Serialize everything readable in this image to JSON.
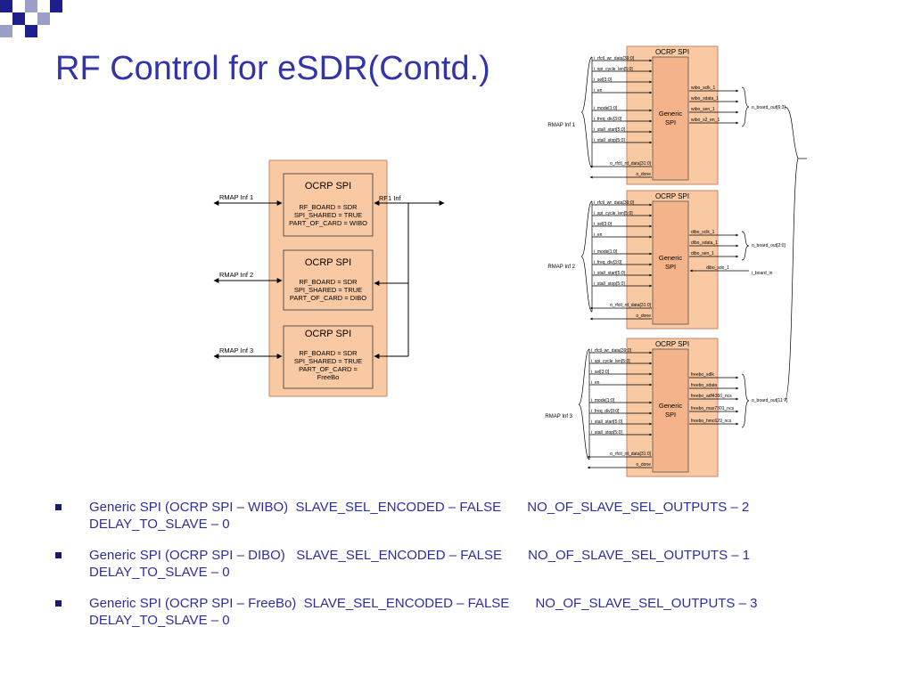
{
  "slide": {
    "title": "RF Control for eSDR(Contd.)"
  },
  "left_diagram": {
    "blocks": [
      {
        "header": "OCRP SPI",
        "lines": [
          "RF_BOARD = SDR",
          "SPI_SHARED = TRUE",
          "PART_OF_CARD = WIBO"
        ],
        "port": "RMAP Inf 1"
      },
      {
        "header": "OCRP SPI",
        "lines": [
          "RF_BOARD = SDR",
          "SPI_SHARED = TRUE",
          "PART_OF_CARD = DIBO"
        ],
        "port": "RMAP Inf 2"
      },
      {
        "header": "OCRP SPI",
        "lines": [
          "RF_BOARD = SDR",
          "SPI_SHARED = TRUE",
          "PART_OF_CARD =",
          "FreeBo"
        ],
        "port": "RMAP Inf 3"
      }
    ],
    "rf_label": "RF1 Inf"
  },
  "right_diagram": {
    "blocks": [
      {
        "title": "OCRP SPI",
        "core": [
          "Generic",
          "SPI"
        ],
        "rmap": "RMAP Inf 1",
        "inputs": [
          "i_rfctl_wr_data[39:0]",
          "i_spi_cycle_len[5:0]",
          "i_sel[3:0]",
          "i_en",
          "i_mode[1:0]",
          "i_freq_div[3:0]",
          "i_stall_start[5:0]",
          "i_stall_stop[5:0]"
        ],
        "readback": [
          "o_rfctl_rd_data[31:0]",
          "o_done"
        ],
        "outputs": [
          "wibo_sclk_1",
          "wibo_sdata_1",
          "wibo_sen_1",
          "wibo_s2_en_1"
        ],
        "bus": "o_board_out[6:3]"
      },
      {
        "title": "OCRP SPI",
        "core": [
          "Generic",
          "SPI"
        ],
        "rmap": "RMAP Inf 2",
        "inputs": [
          "i_rfctl_wr_data[39:0]",
          "i_spi_cycle_len[5:0]",
          "i_sel[3:0]",
          "i_en",
          "i_mode[1:0]",
          "i_freq_div[3:0]",
          "i_stall_start[5:0]",
          "i_stall_stop[5:0]"
        ],
        "readback": [
          "o_rfctl_rd_data[31:0]",
          "o_done"
        ],
        "outputs": [
          "dibo_sclk_1",
          "dibo_sdata_1",
          "dibo_sen_1"
        ],
        "bus": "o_board_out[2:0]",
        "in_port": "dibo_sdo_1",
        "in_label": "i_board_in"
      },
      {
        "title": "OCRP SPI",
        "core": [
          "Generic",
          "SPI"
        ],
        "rmap": "RMAP Inf 3",
        "inputs": [
          "i_rfctl_wr_data[39:0]",
          "i_spi_cycle_len[5:0]",
          "i_sel[3:0]",
          "i_en",
          "i_mode[1:0]",
          "i_freq_div[3:0]",
          "i_stall_start[5:0]",
          "i_stall_stop[5:0]"
        ],
        "readback": [
          "o_rfctl_rd_data[31:0]",
          "o_done"
        ],
        "outputs": [
          "freebo_sdlk",
          "freebo_sdata",
          "freebo_adf4350_ncs",
          "freebo_max7301_ncs",
          "freebo_hmc629_ncs"
        ],
        "bus": "o_board_out[11:7]"
      }
    ]
  },
  "bullets": [
    "Generic SPI (OCRP SPI – WIBO)  SLAVE_SEL_ENCODED – FALSE       NO_OF_SLAVE_SEL_OUTPUTS – 2\nDELAY_TO_SLAVE – 0",
    "Generic SPI (OCRP SPI – DIBO)   SLAVE_SEL_ENCODED – FALSE       NO_OF_SLAVE_SEL_OUTPUTS – 1\nDELAY_TO_SLAVE – 0",
    "Generic SPI (OCRP SPI – FreeBo)  SLAVE_SEL_ENCODED – FALSE       NO_OF_SLAVE_SEL_OUTPUTS – 3\nDELAY_TO_SLAVE – 0"
  ],
  "colors": {
    "title": "#3333aa",
    "bullet_text": "#2e2e9a",
    "block_fill": "#f9c9a4",
    "block_stroke": "#c4886a",
    "deco_blue": "#1e1e8c"
  }
}
